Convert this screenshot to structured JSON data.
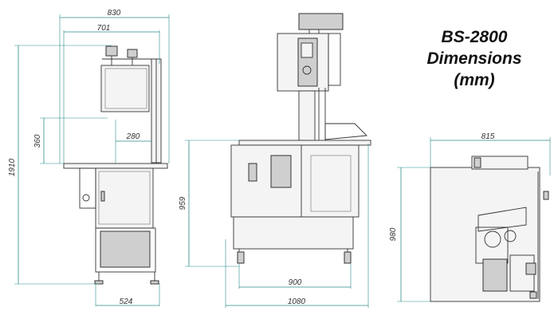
{
  "title": {
    "line1": "BS-2800",
    "line2": "Dimensions",
    "line3": "(mm)"
  },
  "dimensions": {
    "left_view": {
      "width_overall": "830",
      "width_upper": "701",
      "height_overall": "1910",
      "throat_height": "360",
      "throat_width": "280",
      "base_width": "524"
    },
    "front_view": {
      "table_height": "959",
      "base_width": "900",
      "overall_width": "1080"
    },
    "top_view": {
      "width": "815",
      "depth": "980"
    }
  },
  "colors": {
    "dimension_lines": "#2c8a8a",
    "machine_outline": "#333333",
    "text": "#333333"
  }
}
